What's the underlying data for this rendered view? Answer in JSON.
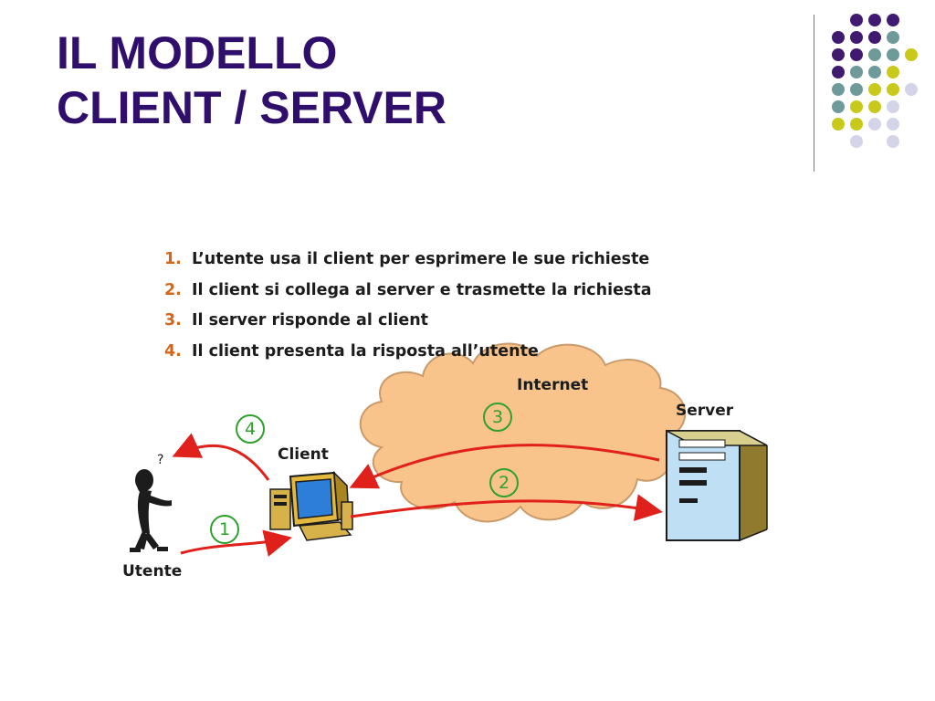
{
  "slide": {
    "title_line1": "IL MODELLO",
    "title_line2": "CLIENT / SERVER"
  },
  "colors": {
    "title": "#2f0f6b",
    "dot_purple": "#3f1a70",
    "dot_teal": "#6f9a9a",
    "dot_yellow": "#c9c91c",
    "dot_lavender": "#d4d4e8",
    "arrow": "#e0201b",
    "step_number": "#d4661a",
    "cloud": "#f9c38c"
  },
  "diagram": {
    "steps": [
      {
        "number": "1.",
        "text": "L’utente usa il client per esprimere le sue richieste"
      },
      {
        "number": "2.",
        "text": "Il client si collega al server e trasmette la richiesta"
      },
      {
        "number": "3.",
        "text": "Il server risponde al client"
      },
      {
        "number": "4.",
        "text": "Il client presenta la risposta all’utente"
      }
    ],
    "labels": {
      "internet": "Internet",
      "server": "Server",
      "client": "Client",
      "user": "Utente",
      "question": "?"
    },
    "markers": {
      "m1": "1",
      "m2": "2",
      "m3": "3",
      "m4": "4"
    }
  }
}
